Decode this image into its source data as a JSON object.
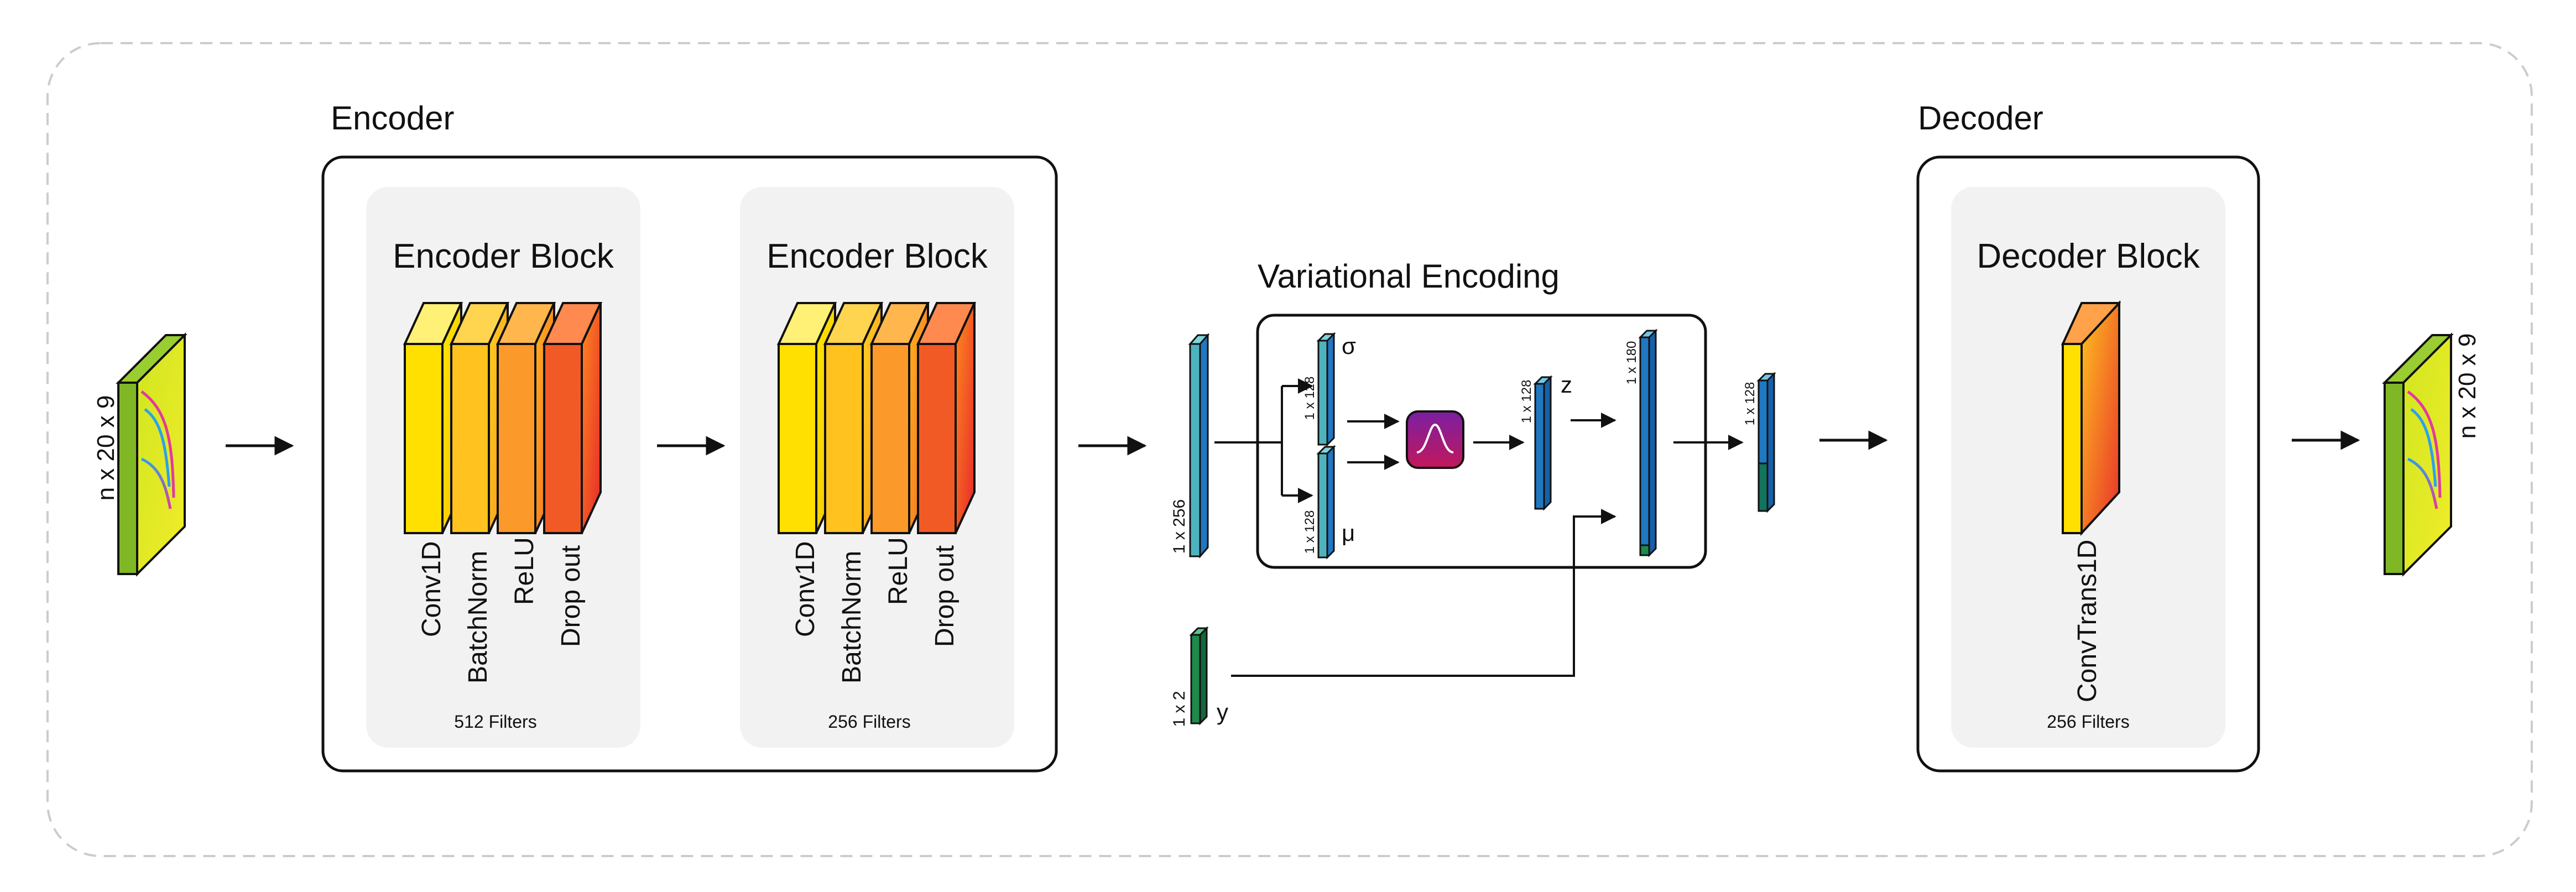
{
  "encoder": {
    "title": "Encoder",
    "blocks": [
      {
        "title": "Encoder Block",
        "layers": [
          "Conv1D",
          "BatchNorm",
          "ReLU",
          "Drop out"
        ],
        "filters": "512 Filters"
      },
      {
        "title": "Encoder Block",
        "layers": [
          "Conv1D",
          "BatchNorm",
          "ReLU",
          "Drop out"
        ],
        "filters": "256 Filters"
      }
    ]
  },
  "input": {
    "shape": "n x 20 x 9"
  },
  "variational": {
    "title": "Variational Encoding",
    "input_dim": "1 x 256",
    "sigma_dim": "1 x 128",
    "sigma": "σ",
    "mu_dim": "1 x 128",
    "mu": "μ",
    "z_dim": "1 x 128",
    "z": "z",
    "concat_dim": "1 x 180",
    "label_dim": "1 x 2",
    "label": "y",
    "output_dim": "1 x 128"
  },
  "decoder": {
    "title": "Decoder",
    "block": {
      "title": "Decoder Block",
      "layer": "ConvTrans1D",
      "filters": "256 Filters"
    }
  },
  "output": {
    "shape": "n x 20 x 9"
  },
  "colors": {
    "outline": "#cccccc",
    "panel": "#f2f2f2",
    "teal": "#4fb3bf",
    "blue": "#1f78c1",
    "green": "#1e8a4c",
    "gaussian_top": "#7b1fa2",
    "gaussian_bottom": "#c2185b"
  }
}
